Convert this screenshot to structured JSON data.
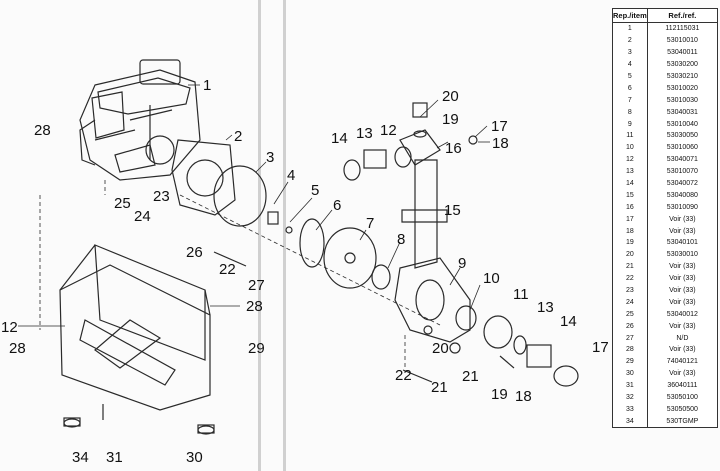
{
  "diagram": {
    "labels": [
      {
        "text": "1"
      },
      {
        "text": "2"
      },
      {
        "text": "3"
      },
      {
        "text": "4"
      },
      {
        "text": "5"
      },
      {
        "text": "6"
      },
      {
        "text": "7"
      },
      {
        "text": "8"
      },
      {
        "text": "9"
      },
      {
        "text": "10"
      },
      {
        "text": "11"
      },
      {
        "text": "12"
      },
      {
        "text": "13"
      },
      {
        "text": "14"
      },
      {
        "text": "15"
      },
      {
        "text": "16"
      },
      {
        "text": "17"
      },
      {
        "text": "18"
      },
      {
        "text": "19"
      },
      {
        "text": "20"
      },
      {
        "text": "21"
      },
      {
        "text": "22"
      },
      {
        "text": "23"
      },
      {
        "text": "24"
      },
      {
        "text": "25"
      },
      {
        "text": "26"
      },
      {
        "text": "27"
      },
      {
        "text": "28"
      },
      {
        "text": "28"
      },
      {
        "text": "28"
      },
      {
        "text": "29"
      },
      {
        "text": "30"
      },
      {
        "text": "31"
      },
      {
        "text": "34"
      },
      {
        "text": "12"
      },
      {
        "text": "13"
      },
      {
        "text": "14"
      },
      {
        "text": "17"
      },
      {
        "text": "18"
      },
      {
        "text": "19"
      },
      {
        "text": "20"
      },
      {
        "text": "21"
      },
      {
        "text": "22"
      },
      {
        "text": "18"
      }
    ]
  },
  "table": {
    "headers": [
      "Rep./item",
      "Ref./ref."
    ],
    "rows": [
      [
        "1",
        "112115031"
      ],
      [
        "2",
        "53010010"
      ],
      [
        "3",
        "53040011"
      ],
      [
        "4",
        "53030200"
      ],
      [
        "5",
        "53030210"
      ],
      [
        "6",
        "53010020"
      ],
      [
        "7",
        "53010030"
      ],
      [
        "8",
        "53040031"
      ],
      [
        "9",
        "53010040"
      ],
      [
        "11",
        "53030050"
      ],
      [
        "10",
        "53010060"
      ],
      [
        "12",
        "53040071"
      ],
      [
        "13",
        "53010070"
      ],
      [
        "14",
        "53040072"
      ],
      [
        "15",
        "53040080"
      ],
      [
        "16",
        "53010090"
      ],
      [
        "17",
        "Voir (33)"
      ],
      [
        "18",
        "Voir (33)"
      ],
      [
        "19",
        "53040101"
      ],
      [
        "20",
        "53030010"
      ],
      [
        "21",
        "Voir (33)"
      ],
      [
        "22",
        "Voir (33)"
      ],
      [
        "23",
        "Voir (33)"
      ],
      [
        "24",
        "Voir (33)"
      ],
      [
        "25",
        "53040012"
      ],
      [
        "26",
        "Voir (33)"
      ],
      [
        "27",
        "N/D"
      ],
      [
        "28",
        "Voir (33)"
      ],
      [
        "29",
        "74040121"
      ],
      [
        "30",
        "Voir (33)"
      ],
      [
        "31",
        "36040111"
      ],
      [
        "32",
        "53050100"
      ],
      [
        "33",
        "53050500"
      ],
      [
        "34",
        "530TGMP"
      ]
    ]
  }
}
